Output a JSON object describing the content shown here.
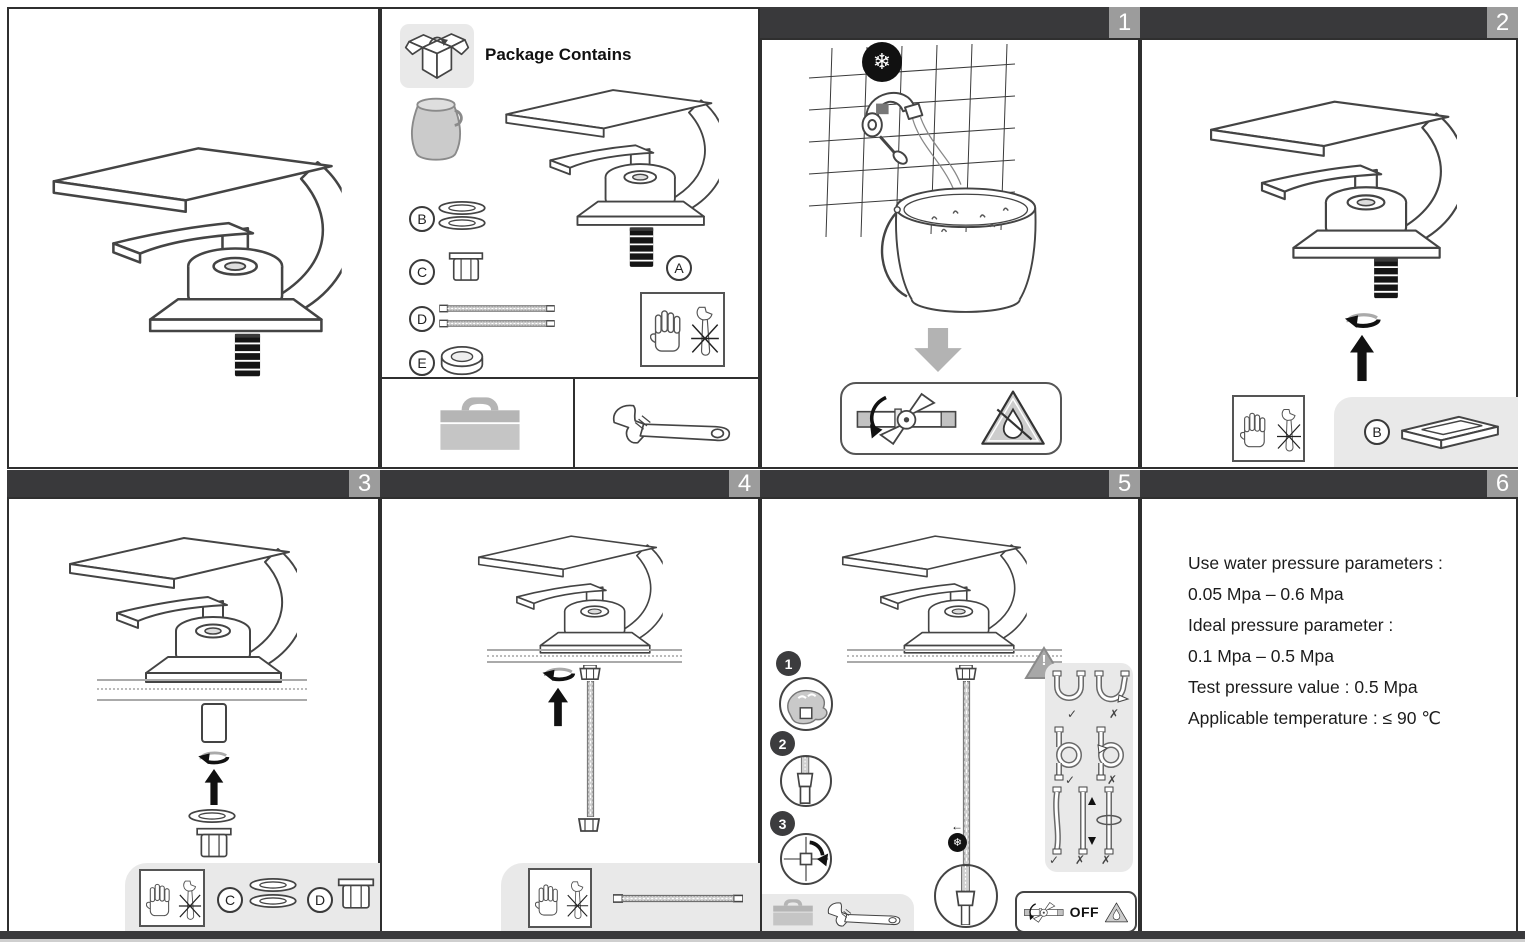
{
  "package": {
    "title": "Package Contains",
    "part_a": "A",
    "part_b": "B",
    "part_c": "C",
    "part_d": "D",
    "part_e": "E"
  },
  "steps": {
    "n1": "1",
    "n2": "2",
    "n3": "3",
    "n4": "4",
    "n5": "5",
    "n6": "6"
  },
  "step2": {
    "part_b": "B"
  },
  "step3": {
    "part_c": "C",
    "part_d": "D"
  },
  "step5": {
    "sub1": "1",
    "sub2": "2",
    "sub3": "3",
    "off_label": "OFF",
    "warn_mark": "!",
    "check_mark": "✓",
    "cross_mark": "✗"
  },
  "step6": {
    "lines": [
      "Use water pressure parameters :",
      "0.05 Mpa – 0.6 Mpa",
      "Ideal pressure parameter :",
      "0.1 Mpa – 0.5 Mpa",
      "Test pressure value : 0.5 Mpa",
      "Applicable temperature : ≤ 90 ℃"
    ]
  },
  "icons": {
    "snowflake": "❄",
    "left_arrow": "←"
  },
  "colors": {
    "header_bar": "#39393b",
    "number_tab": "#9c9c9c",
    "panel_border": "#2f2f2f",
    "gray_panel": "#e9e9e9",
    "toolbox_gray": "#b5b5b5",
    "arrow_gray": "#b3b3b3"
  }
}
